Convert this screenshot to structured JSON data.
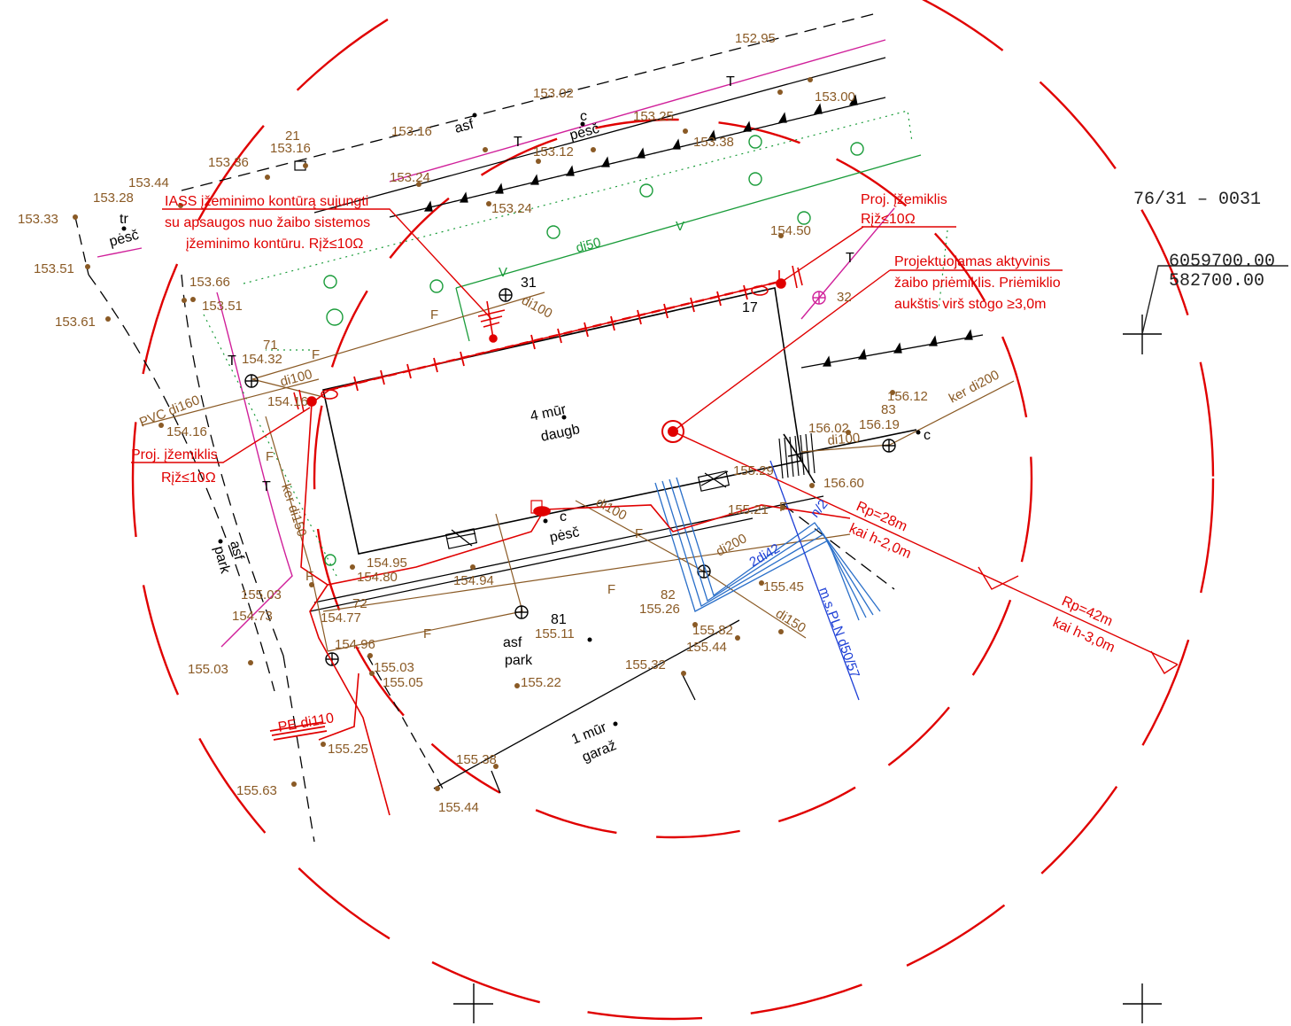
{
  "sheet": {
    "number": "76/31 – 0031",
    "coord_north": "6059700.00",
    "coord_east": "582700.00"
  },
  "annotations": {
    "iass_line1": "IASS įžeminimo kontūrą sujungti",
    "iass_line2": "su apsaugos nuo žaibo sistemos",
    "iass_line3": "įžeminimo kontūru. Rįž≤10Ω",
    "grounder_top_line1": "Proj. įžemiklis",
    "grounder_top_line2": "Rįž≤10Ω",
    "grounder_left_line1": "Proj. įžemiklis",
    "grounder_left_line2": "Rįž≤10Ω",
    "receiver_line1": "Projektuojamas aktyvinis",
    "receiver_line2": "žaibo priėmiklis. Priėmiklio",
    "receiver_line3": "aukštis virš stogo ≥3,0m",
    "radius1_line1": "Rp=28m",
    "radius1_line2": "kai h-2,0m",
    "radius2_line1": "Rp=42m",
    "radius2_line2": "kai h-3,0m"
  },
  "buildings": {
    "main_line1": "4 mūr",
    "main_line2": "daugb",
    "garage_line1": "1 mūr",
    "garage_line2": "garaž"
  },
  "surface_labels": [
    "asf",
    "c",
    "pėsč",
    "tr",
    "pėsč",
    "c",
    "pėsč",
    "asf",
    "park",
    "asf",
    "park",
    "c"
  ],
  "elevations": [
    "152.95",
    "153.02",
    "153.00",
    "153.25",
    "153.16",
    "153.38",
    "153.12",
    "153.24",
    "21",
    "153.16",
    "153.36",
    "153.44",
    "153.28",
    "153.33",
    "153.51",
    "153.61",
    "153.24",
    "153.66",
    "153.51",
    "154.50",
    "154.32",
    "154.16",
    "154.16",
    "156.12",
    "156.19",
    "156.02",
    "155.29",
    "156.60",
    "155.21",
    "154.95",
    "154.80",
    "154.94",
    "155.03",
    "154.73",
    "154.77",
    "154.96",
    "155.03",
    "155.05",
    "155.26",
    "155.11",
    "155.22",
    "155.45",
    "155.82",
    "155.44",
    "155.32",
    "155.38",
    "155.44",
    "155.25",
    "155.63",
    "155.03"
  ],
  "point_numbers": [
    "31",
    "32",
    "17",
    "71",
    "72",
    "81",
    "82",
    "83"
  ],
  "utility_labels": {
    "di50": "di50",
    "di100_top": "di100",
    "di100_left": "di100",
    "pvc": "PVC di160",
    "ker150": "ker di150",
    "ker200": "ker di200",
    "di100_right": "di100",
    "di100_mid": "di100",
    "di200": "di200",
    "di150": "di150",
    "pe110": "PE di110",
    "twodi42": "2di42",
    "n2": "n/2",
    "pln": "m.s.PLN d50/57",
    "F": "F",
    "T": "T",
    "V": "V"
  },
  "colors": {
    "red": "#e00000",
    "brown": "#8a5a25",
    "green": "#1a9c3a",
    "magenta": "#d0209a",
    "blue": "#1d3fd6",
    "black": "#000000"
  }
}
